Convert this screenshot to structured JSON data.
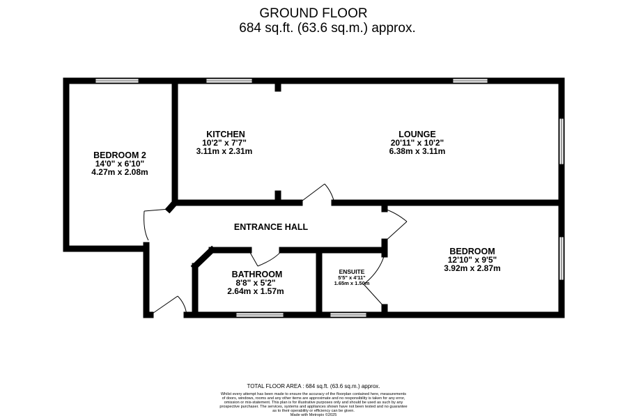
{
  "header": {
    "floor_title": "GROUND FLOOR",
    "floor_area": "684 sq.ft. (63.6 sq.m.) approx."
  },
  "rooms": {
    "bedroom2": {
      "name": "BEDROOM 2",
      "imperial": "14'0\"  x 6'10\"",
      "metric": "4.27m  x 2.08m"
    },
    "kitchen": {
      "name": "KITCHEN",
      "imperial": "10'2\"  x 7'7\"",
      "metric": "3.11m  x 2.31m"
    },
    "lounge": {
      "name": "LOUNGE",
      "imperial": "20'11\"  x 10'2\"",
      "metric": "6.38m  x 3.11m"
    },
    "entrance_hall": {
      "name": "ENTRANCE HALL"
    },
    "bathroom": {
      "name": "BATHROOM",
      "imperial": "8'8\"  x 5'2\"",
      "metric": "2.64m  x 1.57m"
    },
    "ensuite": {
      "name": "ENSUITE",
      "imperial": "5'5\"  x 4'11\"",
      "metric": "1.65m  x 1.50m"
    },
    "bedroom": {
      "name": "BEDROOM",
      "imperial": "12'10\"  x 9'5\"",
      "metric": "3.92m  x 2.87m"
    }
  },
  "footer": {
    "total_area": "TOTAL FLOOR AREA : 684 sq.ft. (63.6 sq.m.) approx.",
    "disclaimer": [
      "Whilst every attempt has been made to ensure the accuracy of the floorplan contained here, measurements",
      "of doors, windows, rooms and any other items are approximate and no responsibility is taken for any error,",
      "omission or mis-statement. This plan is for illustrative purposes only and should be used as such by any",
      "prospective purchaser. The services, systems and appliances shown have not been tested and no guarantee",
      "as to their operability or efficiency can be given.",
      "Made with Metropix ©2025"
    ]
  },
  "colors": {
    "wall": "#000000",
    "window": "#ffffff",
    "background": "#ffffff"
  }
}
